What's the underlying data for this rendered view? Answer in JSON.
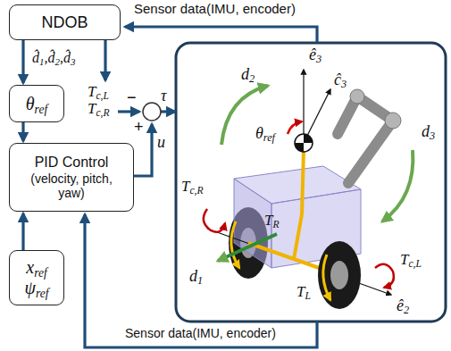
{
  "diagram": {
    "nodes": [
      {
        "text": [
          "NDOB"
        ]
      },
      {
        "text": [
          "θref"
        ]
      },
      {
        "text": [
          "PID Control",
          "(velocity, pitch, yaw)"
        ]
      },
      {
        "text": [
          "xref",
          "ψref"
        ]
      }
    ],
    "edges": [
      {
        "from": 0,
        "to": 1,
        "arrow": "to"
      },
      {
        "from": 1,
        "to": 2,
        "arrow": "to"
      },
      {
        "from": 3,
        "to": 2,
        "arrow": "to"
      }
    ],
    "labels": [
      "Sensor data(IMU, encoder)",
      "d̂1,d̂2,d̂3",
      "Tc,L",
      "Tc,R",
      "−",
      "+",
      "τ",
      "u",
      "ê3",
      "ĉ3",
      "d2",
      "θref",
      "d3",
      "Tc,R",
      "TR",
      "d1",
      "TL",
      "Tc,L",
      "ê2",
      "Sensor data(IMU, encoder)"
    ]
  }
}
